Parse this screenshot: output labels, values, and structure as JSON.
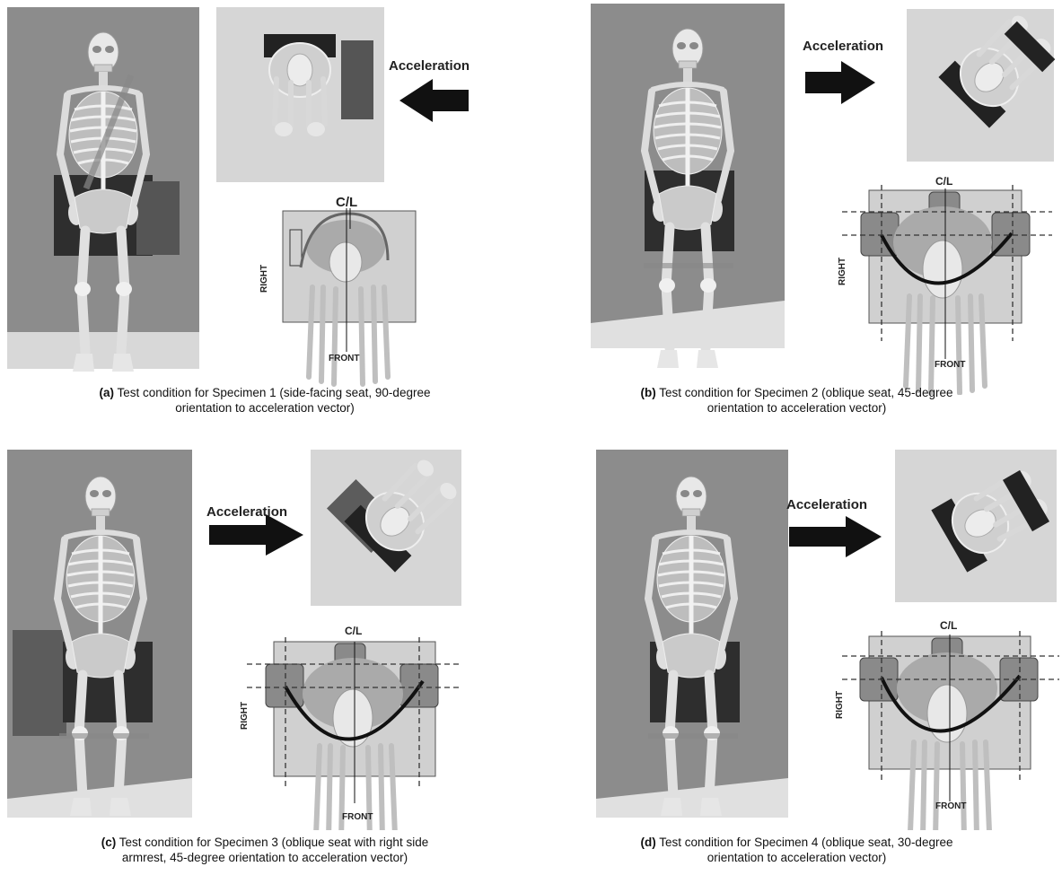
{
  "diagram": {
    "arrow_label": "Acceleration",
    "cl_label": "C/L",
    "right_label": "RIGHT",
    "front_label": "FRONT"
  },
  "panels": [
    {
      "letter": "(a)",
      "caption_line1": " Test condition for Specimen 1 (side-facing seat, 90-degree",
      "caption_line2": "orientation to acceleration vector)"
    },
    {
      "letter": "(b)",
      "caption_line1": " Test condition for Specimen 2 (oblique seat, 45-degree",
      "caption_line2": "orientation to acceleration vector)"
    },
    {
      "letter": "(c)",
      "caption_line1": " Test condition for Specimen 3 (oblique seat with right side",
      "caption_line2": "armrest, 45-degree orientation to acceleration vector)"
    },
    {
      "letter": "(d)",
      "caption_line1": " Test condition for Specimen 4 (oblique seat, 30-degree",
      "caption_line2": "orientation to acceleration vector)"
    }
  ],
  "colors": {
    "background_gray": "#8c8c8c",
    "light_gray": "#d9d9d9",
    "armrest": "#6a6a6a",
    "arrow": "#111111"
  }
}
